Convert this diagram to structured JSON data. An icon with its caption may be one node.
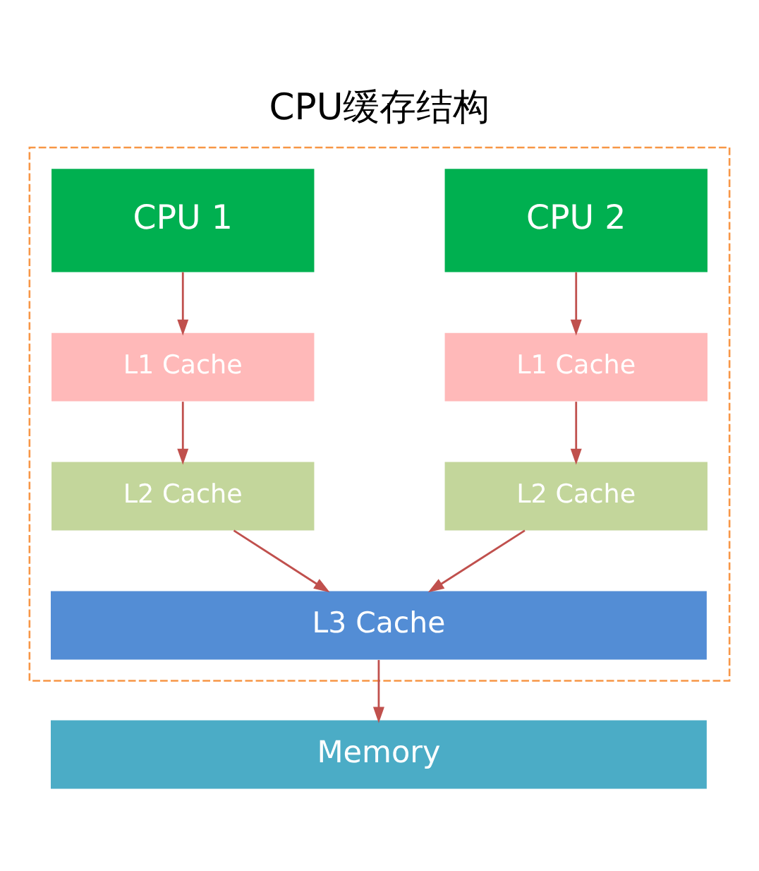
{
  "diagram": {
    "title": "CPU缓存结构",
    "nodes": [
      {
        "text": [],
        "shape": "box"
      },
      {
        "text": [
          "CPU 1"
        ],
        "in": 0
      },
      {
        "text": [
          "CPU 2"
        ],
        "in": 0
      },
      {
        "text": [
          "L1 Cache"
        ],
        "in": 0
      },
      {
        "text": [
          "L1 Cache"
        ],
        "in": 0
      },
      {
        "text": [
          "L2 Cache"
        ],
        "in": 0
      },
      {
        "text": [
          "L2 Cache"
        ],
        "in": 0
      },
      {
        "text": [
          "L3 Cache"
        ],
        "in": 0
      },
      {
        "text": [
          "Memory"
        ]
      }
    ],
    "edges": [
      {
        "from": 1,
        "to": 3,
        "arrow": "to"
      },
      {
        "from": 3,
        "to": 5,
        "arrow": "to"
      },
      {
        "from": 5,
        "to": 7,
        "arrow": "to"
      },
      {
        "from": 2,
        "to": 4,
        "arrow": "to"
      },
      {
        "from": 4,
        "to": 6,
        "arrow": "to"
      },
      {
        "from": 6,
        "to": 7,
        "arrow": "to"
      },
      {
        "from": 7,
        "to": 8,
        "arrow": "to"
      }
    ]
  }
}
